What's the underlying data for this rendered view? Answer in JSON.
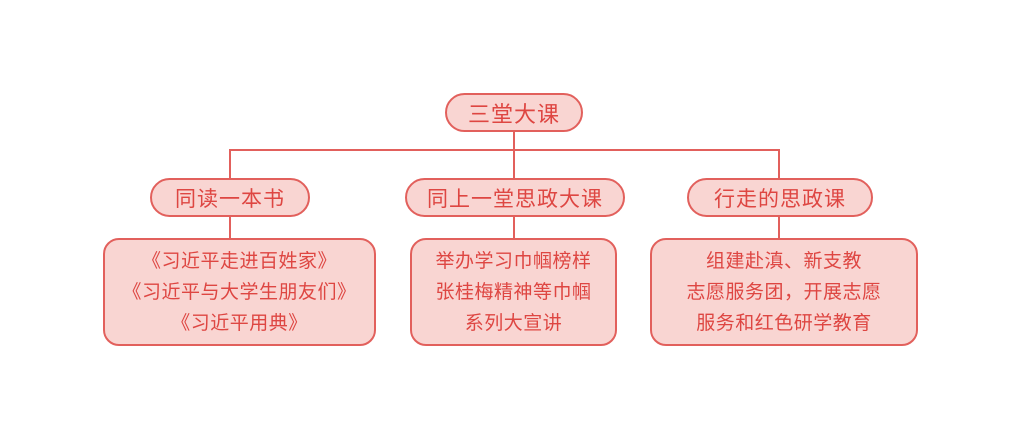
{
  "colors": {
    "line": "#e2605c",
    "border": "#e2605c",
    "fill": "#f9d5d2",
    "text": "#de4642",
    "background": "#ffffff"
  },
  "tree": {
    "root": {
      "label": "三堂大课"
    },
    "branches": [
      {
        "title": "同读一本书",
        "lines": [
          "《习近平走进百姓家》",
          "《习近平与大学生朋友们》",
          "《习近平用典》"
        ]
      },
      {
        "title": "同上一堂思政大课",
        "lines": [
          "举办学习巾帼榜样",
          "张桂梅精神等巾帼",
          "系列大宣讲"
        ]
      },
      {
        "title": "行走的思政课",
        "lines": [
          "组建赴滇、新支教",
          "志愿服务团，开展志愿",
          "服务和红色研学教育"
        ]
      }
    ]
  }
}
